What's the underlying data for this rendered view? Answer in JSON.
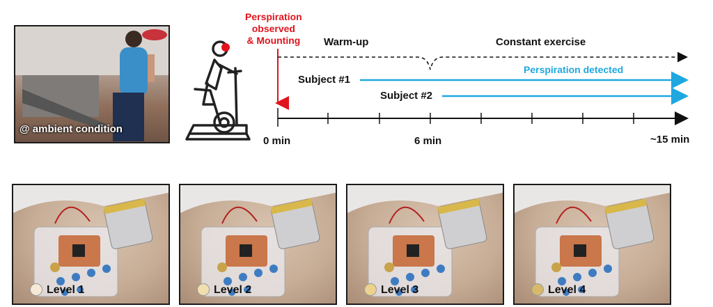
{
  "top_photo": {
    "caption": "@ ambient condition"
  },
  "timeline": {
    "mounting_label_lines": [
      "Perspiration",
      "observed",
      "& Mounting"
    ],
    "warmup_label": "Warm-up",
    "constant_label": "Constant exercise",
    "detected_label": "Perspiration detected",
    "subject1_label": "Subject #1",
    "subject2_label": "Subject #2",
    "tick_labels": [
      "0 min",
      "6 min",
      "~15 min"
    ],
    "colors": {
      "accent_red": "#e0141e",
      "detect_blue": "#1fa7e0",
      "axis": "#111111"
    }
  },
  "devices": [
    {
      "label": "Level 1",
      "dot_color": "#f6ead6"
    },
    {
      "label": "Level 2",
      "dot_color": "#f2dfb0"
    },
    {
      "label": "Level 3",
      "dot_color": "#ecd28c"
    },
    {
      "label": "Level 4",
      "dot_color": "#d8b86a"
    }
  ]
}
